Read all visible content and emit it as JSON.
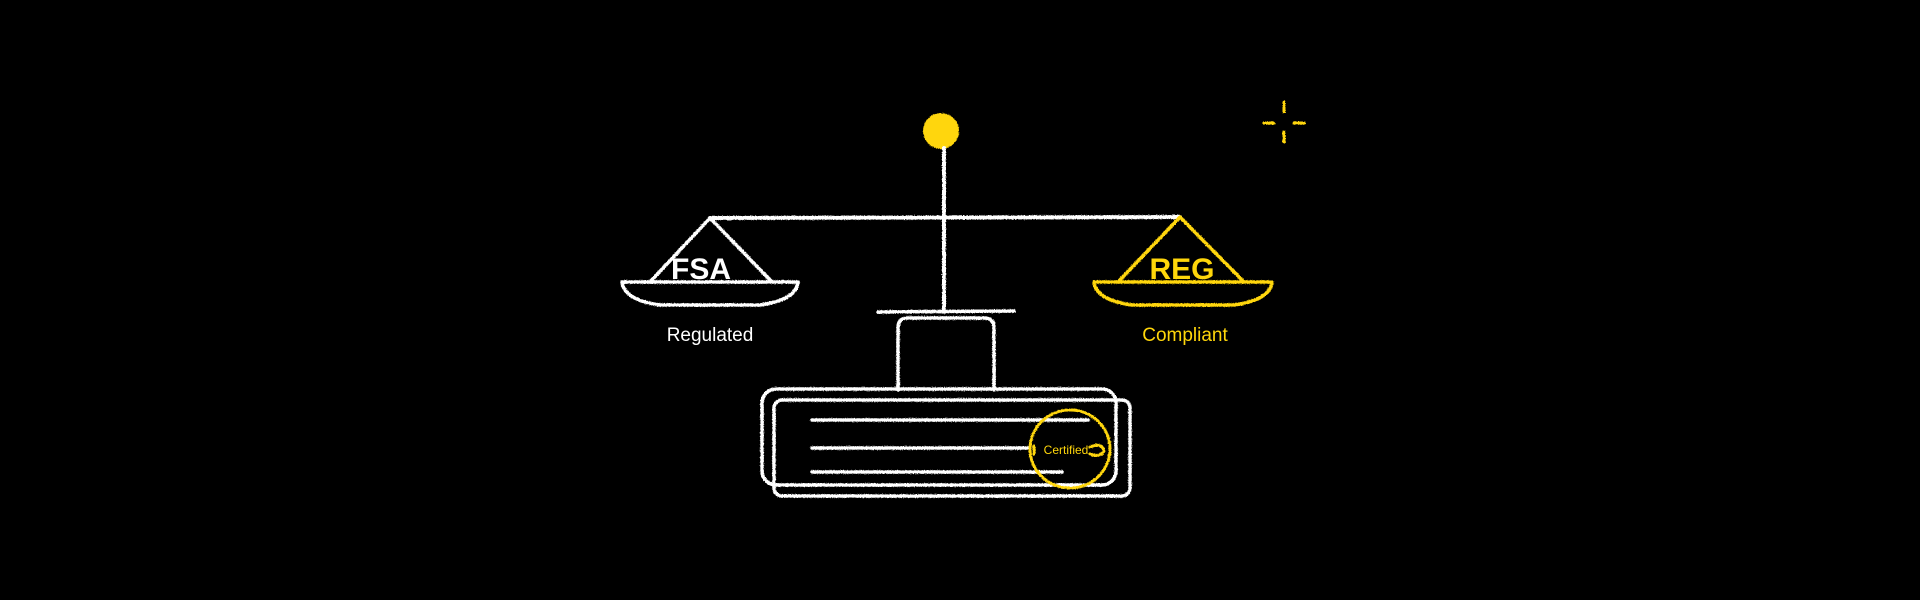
{
  "colors": {
    "background": "#000000",
    "chalk_white": "#ffffff",
    "accent_yellow": "#ffd60a"
  },
  "left_pan": {
    "label": "FSA",
    "caption": "Regulated"
  },
  "right_pan": {
    "label": "REG",
    "caption": "Compliant"
  },
  "certificate": {
    "seal_text": "Certified"
  },
  "icons": {
    "pivot": "pivot-dot-icon",
    "sparkle": "sparkle-icon",
    "seal": "certified-seal-icon"
  }
}
